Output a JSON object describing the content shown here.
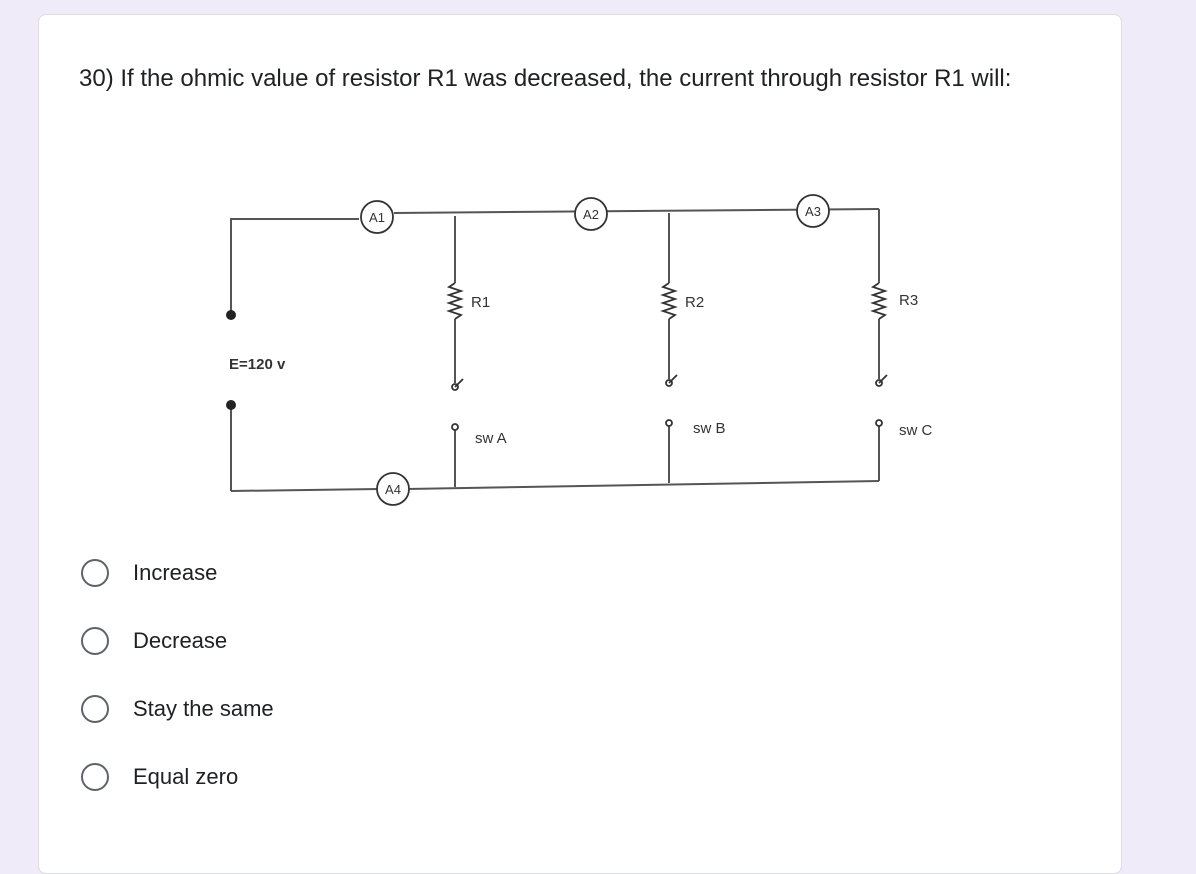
{
  "question": {
    "text": "30) If the ohmic value of resistor R1 was decreased, the current through resistor R1 will:"
  },
  "figure": {
    "labels": {
      "source": "E=120 v",
      "ammeter_1": "A1",
      "ammeter_2": "A2",
      "ammeter_3": "A3",
      "ammeter_4": "A4",
      "resistor_1": "R1",
      "resistor_2": "R2",
      "resistor_3": "R3",
      "switch_a": "sw A",
      "switch_b": "sw B",
      "switch_c": "sw C"
    }
  },
  "options": [
    {
      "label": "Increase"
    },
    {
      "label": "Decrease"
    },
    {
      "label": "Stay the same"
    },
    {
      "label": "Equal zero"
    }
  ],
  "colors": {
    "background": "#f0ebf8",
    "card": "#ffffff",
    "text": "#202124",
    "radio_border": "#5f6368",
    "wire": "#555555"
  }
}
